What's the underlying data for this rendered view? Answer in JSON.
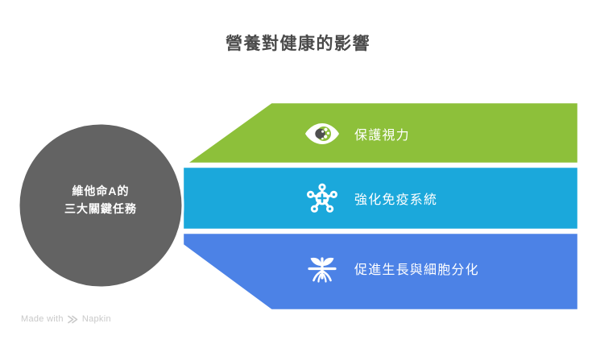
{
  "page": {
    "title": "營養對健康的影響",
    "background_color": "#ffffff",
    "title_color": "#4a4a4a"
  },
  "hub": {
    "name": "vitamin-a-hub",
    "line1": "維他命A的",
    "line2": "三大關鍵任務",
    "color": "#636363",
    "text_color": "#ffffff"
  },
  "branches": [
    {
      "id": "vision",
      "label": "保護視力",
      "icon": "eye-icon",
      "color": "#8dc03a",
      "text_color": "#ffffff"
    },
    {
      "id": "immunity",
      "label": "強化免疫系統",
      "icon": "immune-network-icon",
      "color": "#1ba8db",
      "text_color": "#ffffff"
    },
    {
      "id": "growth",
      "label": "促進生長與細胞分化",
      "icon": "sprout-icon",
      "color": "#4c82e6",
      "text_color": "#ffffff"
    }
  ],
  "watermark": {
    "prefix": "Made with",
    "brand": "Napkin",
    "mark_icon": "napkin-logo-icon",
    "color": "#c9c9c9"
  }
}
